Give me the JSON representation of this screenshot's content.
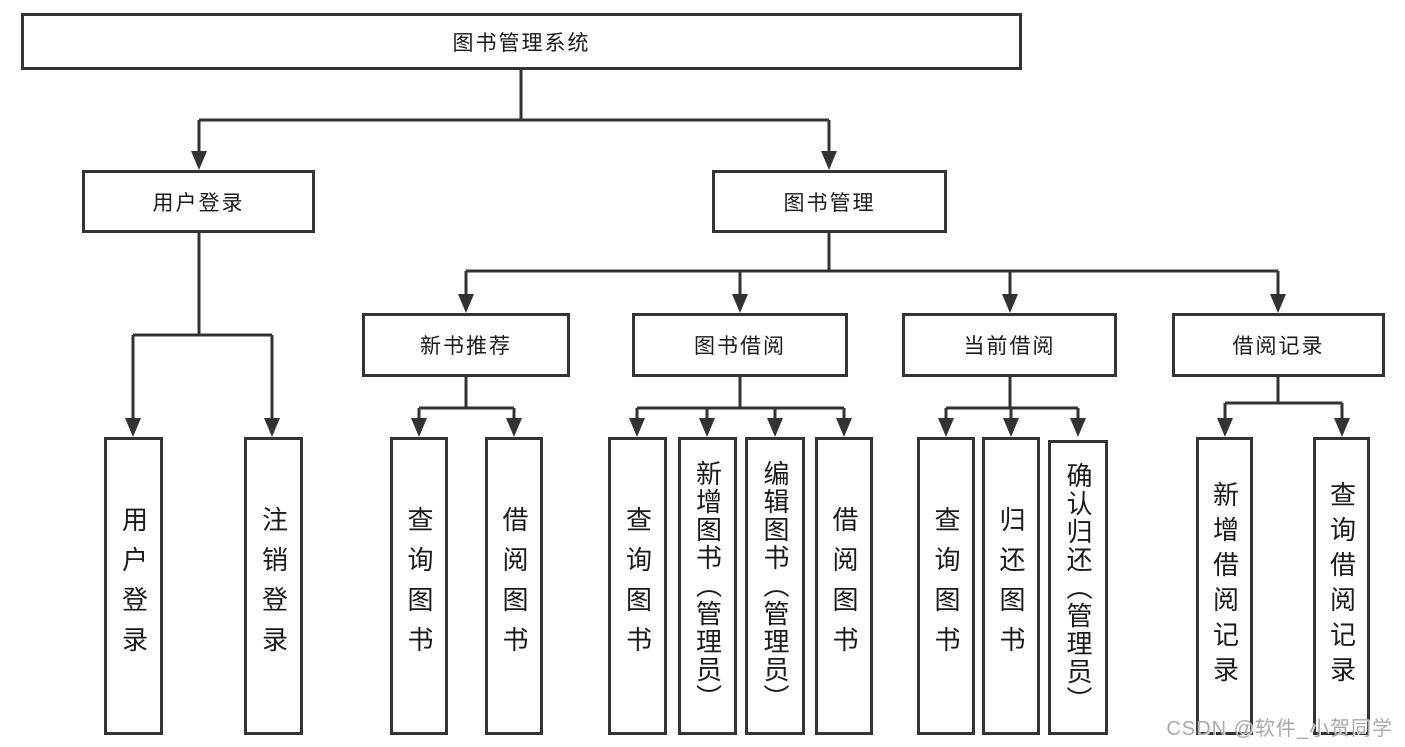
{
  "title": "图书管理系统",
  "tree": {
    "label": "图书管理系统",
    "children": [
      {
        "label": "用户登录",
        "children": [
          {
            "label": "用户登录"
          },
          {
            "label": "注销登录"
          }
        ]
      },
      {
        "label": "图书管理",
        "children": [
          {
            "label": "新书推荐",
            "children": [
              {
                "label": "查询图书"
              },
              {
                "label": "借阅图书"
              }
            ]
          },
          {
            "label": "图书借阅",
            "children": [
              {
                "label": "查询图书"
              },
              {
                "label": "新增图书（管理员）"
              },
              {
                "label": "编辑图书（管理员）"
              },
              {
                "label": "借阅图书"
              }
            ]
          },
          {
            "label": "当前借阅",
            "children": [
              {
                "label": "查询图书"
              },
              {
                "label": "归还图书"
              },
              {
                "label": "确认归还（管理员）"
              }
            ]
          },
          {
            "label": "借阅记录",
            "children": [
              {
                "label": "新增借阅记录"
              },
              {
                "label": "查询借阅记录"
              }
            ]
          }
        ]
      }
    ]
  },
  "watermark": "CSDN @软件_小贺同学",
  "colors": {
    "line": "#333333",
    "box_border": "#333333",
    "text": "#1a1a1a",
    "background": "#ffffff",
    "watermark": "#a9a9a9"
  }
}
